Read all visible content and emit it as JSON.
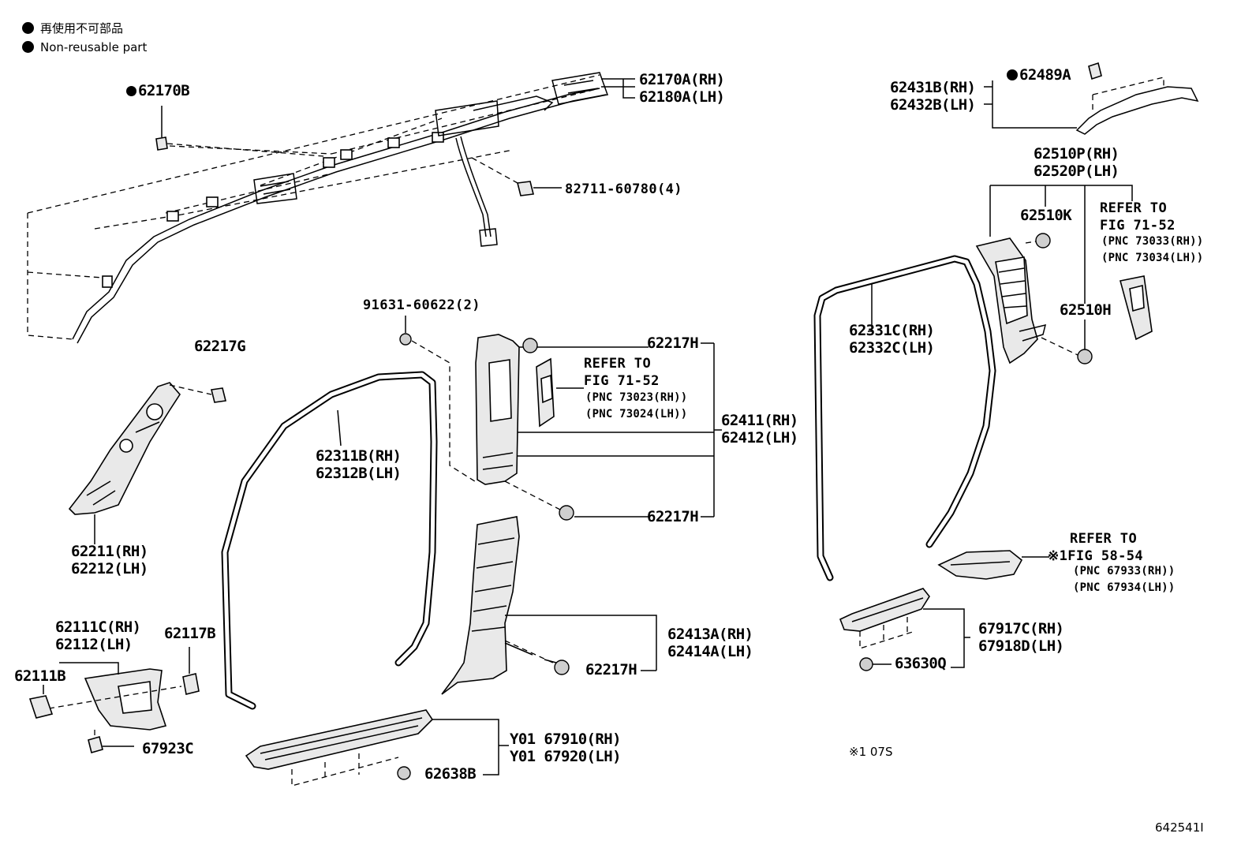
{
  "legend": {
    "jp": "再使用不可部品",
    "en": "Non-reusable part"
  },
  "labels": {
    "p62170B": "62170B",
    "p62170A": "62170A(RH)",
    "p62180A": "62180A(LH)",
    "p82711": "82711-60780(4)",
    "p62431B": "62431B(RH)",
    "p62432B": "62432B(LH)",
    "p62489A": "62489A",
    "p62510P": "62510P(RH)",
    "p62520P": "62520P(LH)",
    "p62510K": "62510K",
    "p62510H": "62510H",
    "p62331C": "62331C(RH)",
    "p62332C": "62332C(LH)",
    "p62217G": "62217G",
    "p62211": "62211(RH)",
    "p62212": "62212(LH)",
    "p91631": "91631-60622(2)",
    "p62217H_a": "62217H",
    "p62217H_b": "62217H",
    "p62217H_c": "62217H",
    "p62311B": "62311B(RH)",
    "p62312B": "62312B(LH)",
    "p62411": "62411(RH)",
    "p62412": "62412(LH)",
    "p62413A": "62413A(RH)",
    "p62414A": "62414A(LH)",
    "p62111C": "62111C(RH)",
    "p62112": "62112(LH)",
    "p62111B": "62111B",
    "p62117B": "62117B",
    "p67923C": "67923C",
    "pY67910": "Y01 67910(RH)",
    "pY67920": "Y01 67920(LH)",
    "p62638B": "62638B",
    "p67917C": "67917C(RH)",
    "p67918D": "67918D(LH)",
    "p63630Q": "63630Q"
  },
  "refs": {
    "r1": {
      "l1": "REFER TO",
      "l2": "FIG 71-52",
      "l3": "(PNC 73023(RH))",
      "l4": "(PNC 73024(LH))"
    },
    "r2": {
      "l1": "REFER TO",
      "l2": "FIG 71-52",
      "l3": "(PNC 73033(RH))",
      "l4": "(PNC 73034(LH))"
    },
    "r3": {
      "l1": "REFER TO",
      "l2": "※1FIG 58-54",
      "l3": "(PNC 67933(RH))",
      "l4": "(PNC 67934(LH))"
    }
  },
  "footnote": "※1 07S",
  "diagram_id": "642541I"
}
